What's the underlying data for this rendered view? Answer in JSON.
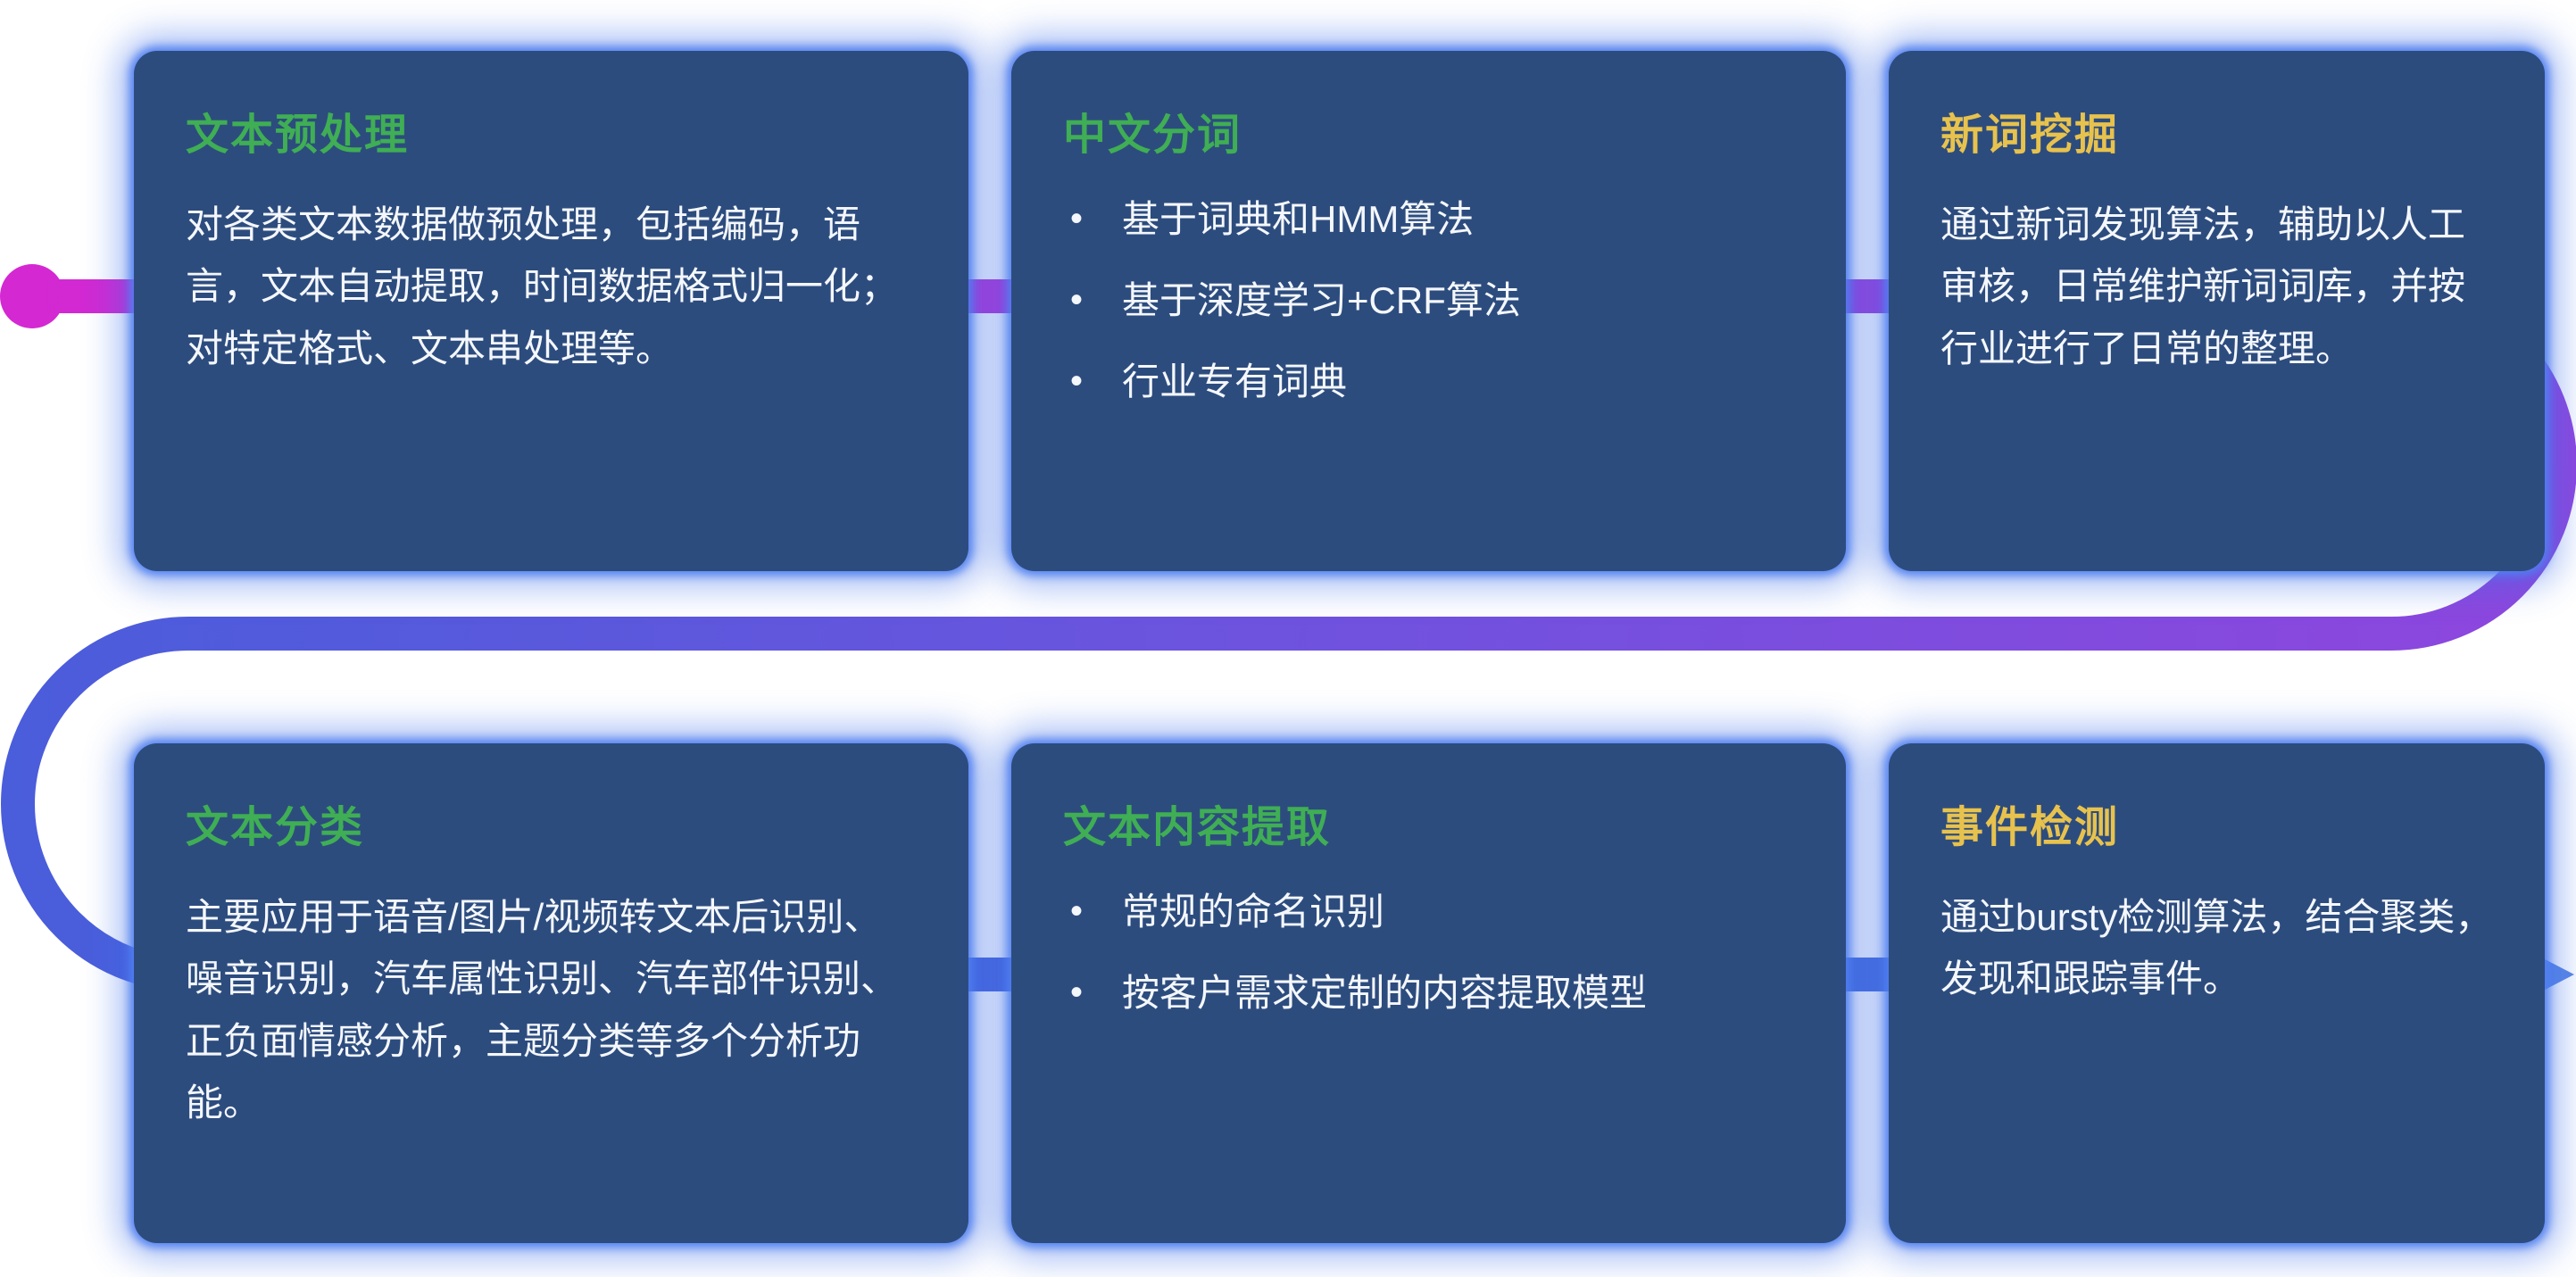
{
  "diagram": {
    "description_colors": {
      "background": "#ffffff",
      "card_background": "#2d4c7e",
      "card_glow": "#4a7cee",
      "title_green": "#3fae54",
      "title_yellow": "#e7c24d",
      "body_text": "#f4f7fb"
    },
    "flow": {
      "start_dot_color": "#d428d2",
      "gradient_colors": [
        "#d428d2",
        "#b335d8",
        "#8e46de",
        "#6b54de",
        "#4a5ddb",
        "#4673de"
      ],
      "arrow_color": "#5b87e6"
    }
  },
  "cards": [
    {
      "title": "文本预处理",
      "body": "对各类文本数据做预处理，包括编码，语言，文本自动提取，时间数据格式归一化；对特定格式、文本串处理等。"
    },
    {
      "title": "中文分词",
      "bullets": [
        "基于词典和HMM算法",
        "基于深度学习+CRF算法",
        "行业专有词典"
      ]
    },
    {
      "title": "新词挖掘",
      "body": "通过新词发现算法，辅助以人工审核，日常维护新词词库，并按行业进行了日常的整理。"
    },
    {
      "title": "文本分类",
      "body": "主要应用于语音/图片/视频转文本后识别、噪音识别，汽车属性识别、汽车部件识别、正负面情感分析，主题分类等多个分析功能。"
    },
    {
      "title": "文本内容提取",
      "bullets": [
        "常规的命名识别",
        "按客户需求定制的内容提取模型"
      ]
    },
    {
      "title": "事件检测",
      "body": "通过bursty检测算法，结合聚类，发现和跟踪事件。"
    }
  ]
}
